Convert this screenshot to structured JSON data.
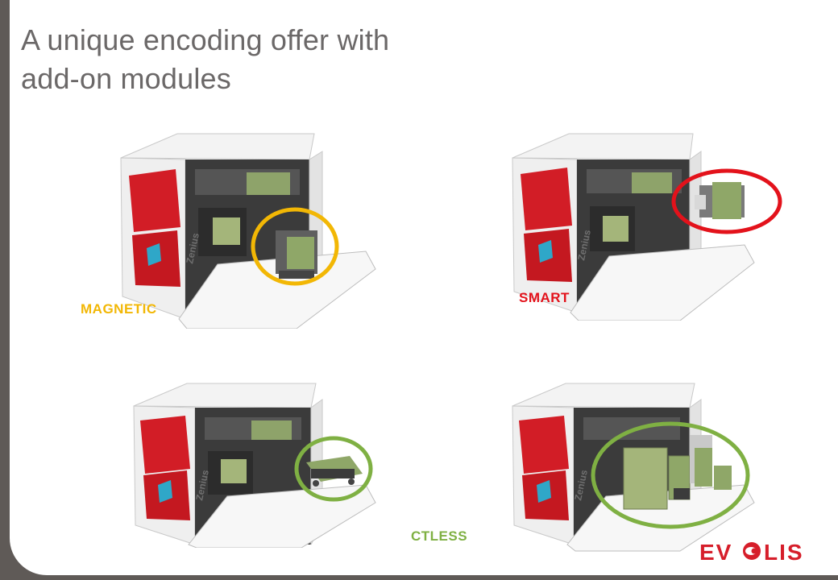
{
  "slide": {
    "title": "A unique encoding offer with\nadd-on modules"
  },
  "modules": [
    {
      "label": "MAGNETIC",
      "color": "#f2b705"
    },
    {
      "label": "SMART",
      "color": "#e3121b"
    },
    {
      "label": "CTLESS",
      "color": "#7fb043"
    },
    {
      "label": "",
      "color": "#7fb043"
    }
  ],
  "printer": {
    "brand_text": "Zenius"
  },
  "logo": {
    "text": "EVOLIS",
    "color": "#d61e2a"
  }
}
